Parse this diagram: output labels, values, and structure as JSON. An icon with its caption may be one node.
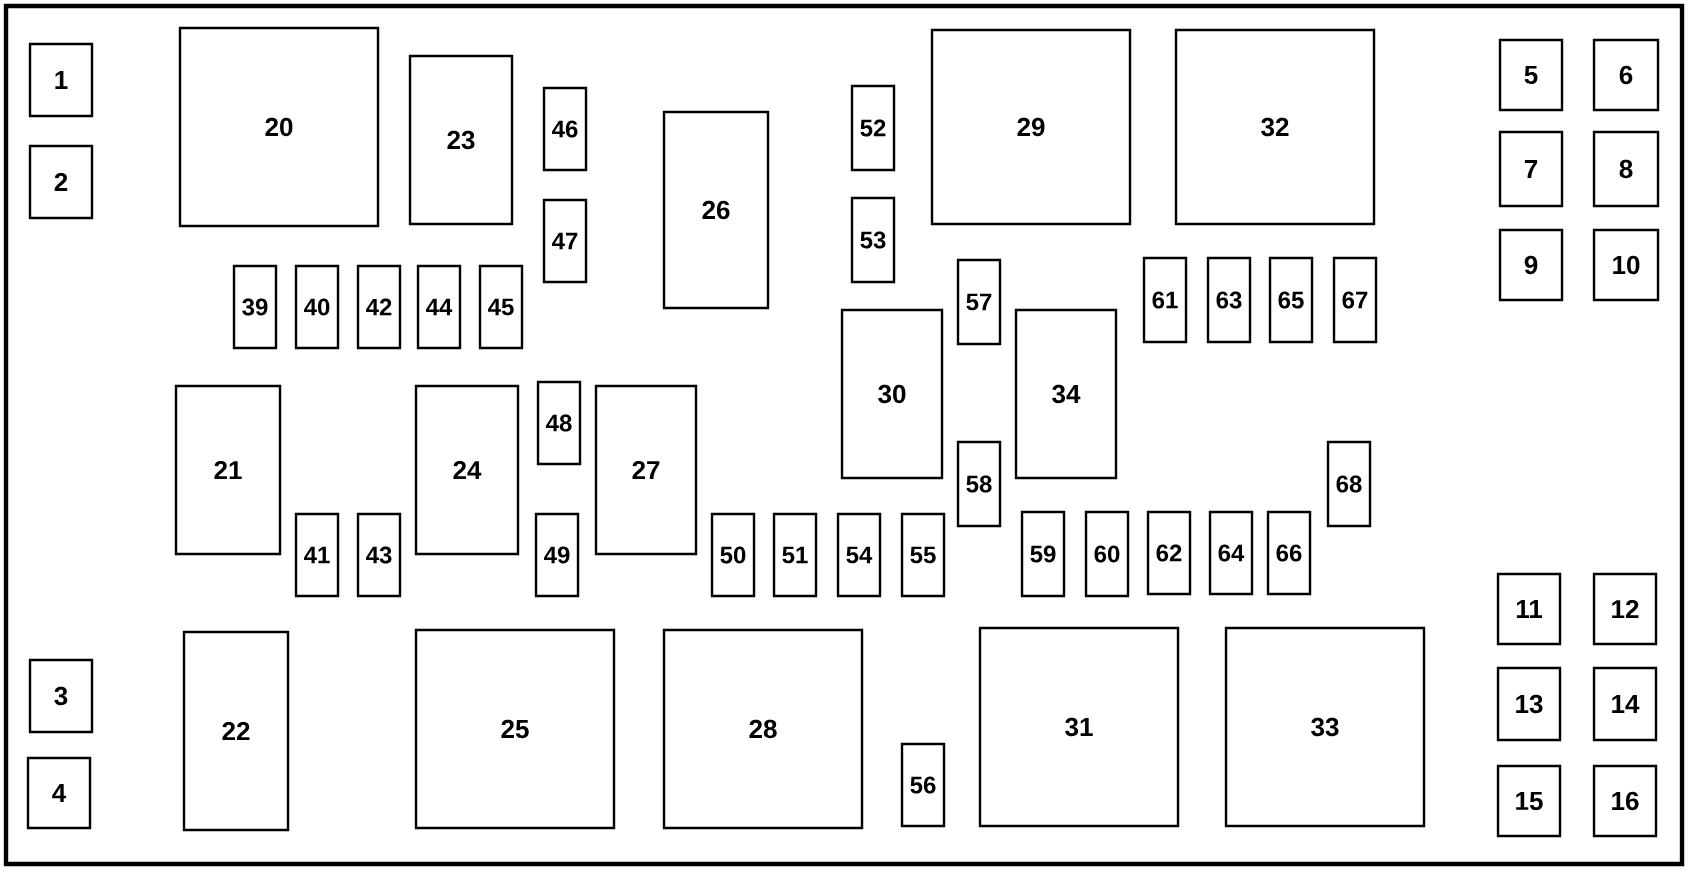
{
  "diagram": {
    "nodes": [
      {
        "text": [
          "1"
        ]
      },
      {
        "text": [
          "2"
        ]
      },
      {
        "text": [
          "3"
        ]
      },
      {
        "text": [
          "4"
        ]
      },
      {
        "text": [
          "5"
        ]
      },
      {
        "text": [
          "6"
        ]
      },
      {
        "text": [
          "7"
        ]
      },
      {
        "text": [
          "8"
        ]
      },
      {
        "text": [
          "9"
        ]
      },
      {
        "text": [
          "10"
        ]
      },
      {
        "text": [
          "11"
        ]
      },
      {
        "text": [
          "12"
        ]
      },
      {
        "text": [
          "13"
        ]
      },
      {
        "text": [
          "14"
        ]
      },
      {
        "text": [
          "15"
        ]
      },
      {
        "text": [
          "16"
        ]
      },
      {
        "text": [
          "20"
        ]
      },
      {
        "text": [
          "21"
        ]
      },
      {
        "text": [
          "22"
        ]
      },
      {
        "text": [
          "23"
        ]
      },
      {
        "text": [
          "24"
        ]
      },
      {
        "text": [
          "25"
        ]
      },
      {
        "text": [
          "26"
        ]
      },
      {
        "text": [
          "27"
        ]
      },
      {
        "text": [
          "28"
        ]
      },
      {
        "text": [
          "29"
        ]
      },
      {
        "text": [
          "30"
        ]
      },
      {
        "text": [
          "31"
        ]
      },
      {
        "text": [
          "32"
        ]
      },
      {
        "text": [
          "33"
        ]
      },
      {
        "text": [
          "34"
        ]
      },
      {
        "text": [
          "39"
        ]
      },
      {
        "text": [
          "40"
        ]
      },
      {
        "text": [
          "41"
        ]
      },
      {
        "text": [
          "42"
        ]
      },
      {
        "text": [
          "43"
        ]
      },
      {
        "text": [
          "44"
        ]
      },
      {
        "text": [
          "45"
        ]
      },
      {
        "text": [
          "46"
        ]
      },
      {
        "text": [
          "47"
        ]
      },
      {
        "text": [
          "48"
        ]
      },
      {
        "text": [
          "49"
        ]
      },
      {
        "text": [
          "50"
        ]
      },
      {
        "text": [
          "51"
        ]
      },
      {
        "text": [
          "52"
        ]
      },
      {
        "text": [
          "53"
        ]
      },
      {
        "text": [
          "54"
        ]
      },
      {
        "text": [
          "55"
        ]
      },
      {
        "text": [
          "56"
        ]
      },
      {
        "text": [
          "57"
        ]
      },
      {
        "text": [
          "58"
        ]
      },
      {
        "text": [
          "59"
        ]
      },
      {
        "text": [
          "60"
        ]
      },
      {
        "text": [
          "61"
        ]
      },
      {
        "text": [
          "62"
        ]
      },
      {
        "text": [
          "63"
        ]
      },
      {
        "text": [
          "64"
        ]
      },
      {
        "text": [
          "65"
        ]
      },
      {
        "text": [
          "66"
        ]
      },
      {
        "text": [
          "67"
        ]
      },
      {
        "text": [
          "68"
        ]
      }
    ]
  }
}
